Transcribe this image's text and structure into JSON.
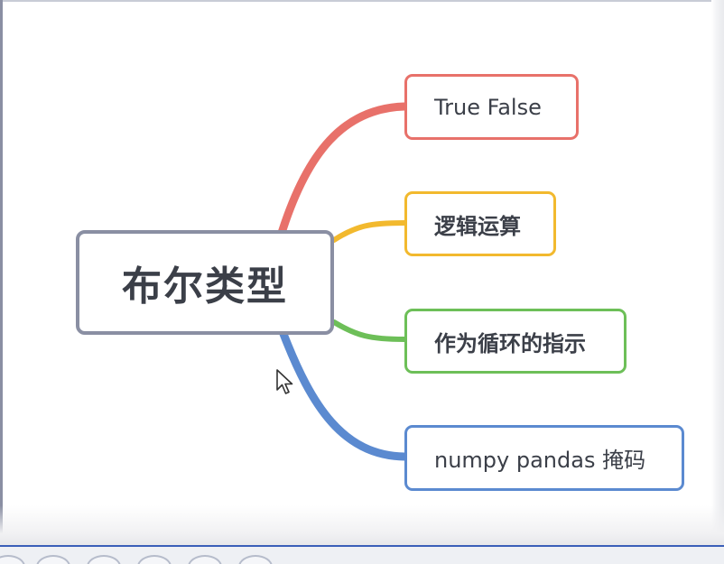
{
  "root": {
    "label": "布尔类型"
  },
  "branches": [
    {
      "label": "True False",
      "color": "#e8716a"
    },
    {
      "label": "逻辑运算",
      "color": "#f2b92e"
    },
    {
      "label": "作为循环的指示",
      "color": "#6dbf58"
    },
    {
      "label": "numpy pandas 掩码",
      "color": "#5b8ad0"
    }
  ],
  "colors": {
    "root_border": "#8a8fa3",
    "text": "#3b3f48"
  },
  "icons": [
    "mouse-pointer-icon"
  ]
}
